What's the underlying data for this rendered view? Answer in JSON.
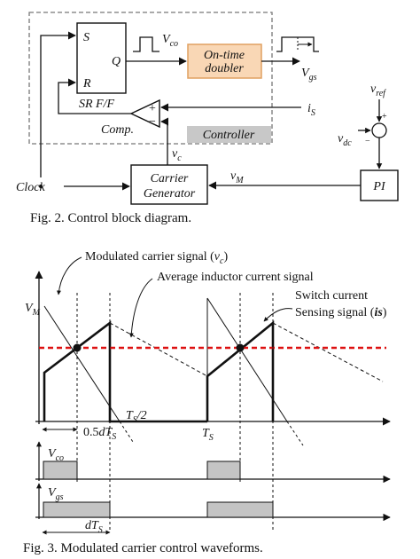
{
  "fig2": {
    "caption": "Fig. 2.  Control block diagram.",
    "flipflop": {
      "s": "S",
      "q": "Q",
      "r": "R",
      "name": "SR F/F"
    },
    "vco": {
      "main": "V",
      "sub": "co"
    },
    "doubler": {
      "line1": "On-time",
      "line2": "doubler"
    },
    "vgs": {
      "main": "V",
      "sub": "gs"
    },
    "is": {
      "main": "i",
      "sub": "S"
    },
    "comp": "Comp.",
    "plus": "+",
    "minus": "−",
    "controller": "Controller",
    "vc": {
      "main": "v",
      "sub": "c"
    },
    "clock": "Clock",
    "carrier": {
      "line1": "Carrier",
      "line2": "Generator"
    },
    "vm": {
      "main": "v",
      "sub": "M"
    },
    "pi": "PI",
    "vref": {
      "main": "v",
      "sub": "ref"
    },
    "vdc": {
      "main": "v",
      "sub": "dc"
    },
    "sum_plus": "+",
    "sum_minus": "−",
    "colors": {
      "doubler_fill": "#f9d7b5",
      "doubler_stroke": "#e0a060",
      "controller_fill": "#c8c8c8",
      "dash_box": "#777777"
    }
  },
  "fig3": {
    "caption": "Fig. 3. Modulated carrier control waveforms.",
    "annot_carrier": "Modulated carrier signal (",
    "annot_carrier_var": "v",
    "annot_carrier_sub": "c",
    "annot_carrier_end": ")",
    "annot_avg": "Average inductor current signal",
    "annot_switch1": "Switch current",
    "annot_switch2": "Sensing signal (",
    "annot_switch2_var": "is",
    "annot_switch2_end": ")",
    "vm": {
      "main": "V",
      "sub": "M"
    },
    "ts_half": {
      "main": "T",
      "sub": "S",
      "tail": "/2"
    },
    "half_dts": {
      "pre": "0.5",
      "main": "dT",
      "sub": "S"
    },
    "ts": {
      "main": "T",
      "sub": "S"
    },
    "dts": {
      "main": "dT",
      "sub": "S"
    },
    "vco": {
      "main": "V",
      "sub": "co"
    },
    "vgs": {
      "main": "V",
      "sub": "gs"
    },
    "colors": {
      "avg_line": "#dd1111",
      "pulse_fill": "#c4c4c4"
    }
  }
}
